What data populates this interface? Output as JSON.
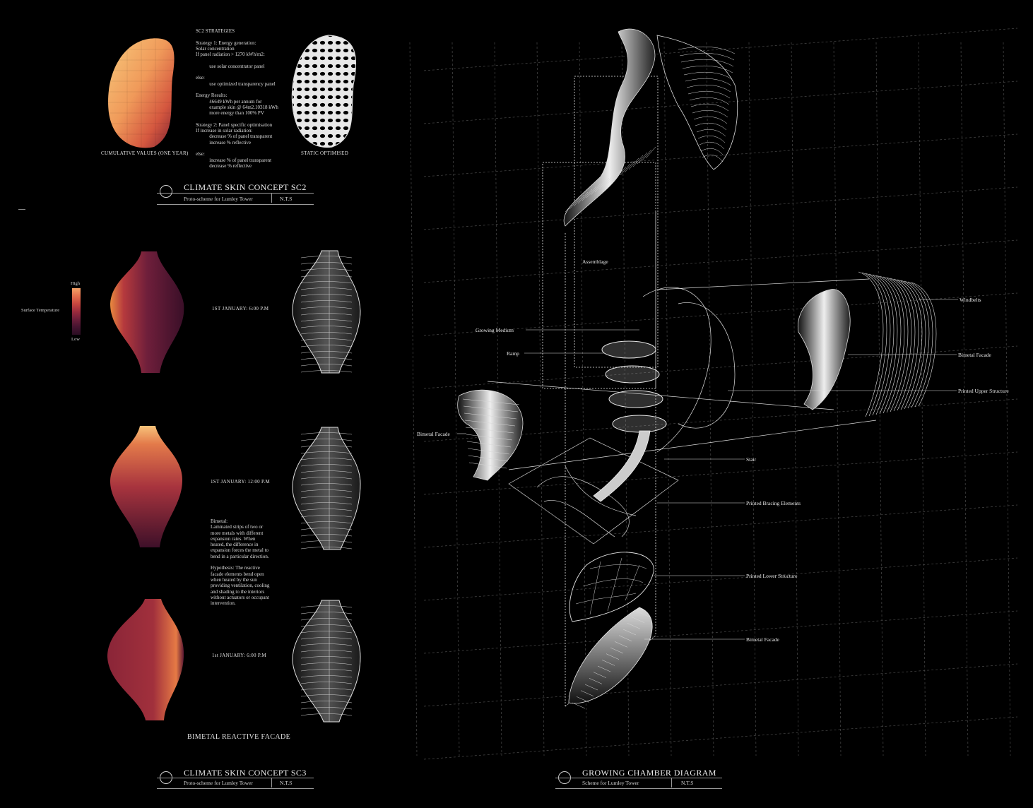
{
  "sc2": {
    "strategies_text": "SC2 STRATEGIES\n\nStrategy 1: Energy generation:\nSolar concentration\nIf panel radiation > 1270 kWh/m2:\n\n           use solar concentrator panel\n\nelse:\n           use optimized transparency panel\n\nEnergy Results:\n           46649 kWh per annum for\n           example skin @ 64m2.10318 kWh\n           more energy than 100% PV\n\nStrategy 2: Panel specific optimisation\nIf increase in solar radiation:\n           decrease % of panel transparent\n           increase % reflective\n\nelse:\n           increase % of panel transparent\n           decrease % reflective",
    "caption_left": "CUMULATIVE VALUES (ONE YEAR)",
    "caption_right": "STATIC OPTIMISED",
    "title_block": {
      "title": "CLIMATE SKIN CONCEPT SC2",
      "subtitle": "Proto-scheme for Lumley Tower",
      "scale": "N.T.S"
    }
  },
  "legend": {
    "high": "High",
    "low": "Low",
    "label": "Surface Temperature",
    "colors": [
      "#f4a267",
      "#e5704d",
      "#c8473f",
      "#9b2b3d",
      "#6d1e3a",
      "#451430",
      "#2a0d22"
    ]
  },
  "sc3": {
    "times": [
      "1ST JANUARY: 6:00 P.M",
      "1ST JANUARY: 12:00 P.M",
      "1st JANUARY: 6:00 P.M"
    ],
    "bimetal_text": "Bimetal:\nLaminated strips of two or\nmore metals with different\nexpansion rates. When\nheated, the difference in\nexpansion forces the metal to\nbend in a particular direction.\n\nHypothesis: The reactive\nfacade elements bend open\nwhen heated by the sun\nproviding ventilation, cooling\nand shading to the interiors\nwithout actuators or occupant\nintervention.",
    "heading": "BIMETAL REACTIVE FACADE",
    "title_block": {
      "title": "CLIMATE SKIN CONCEPT SC3",
      "subtitle": "Proto-scheme for Lumley Tower",
      "scale": "N.T.S"
    }
  },
  "diagram": {
    "labels": {
      "assemblage": "Assemblage",
      "growing_medium": "Growing Medium",
      "ramp": "Ramp",
      "bimetal_facade_left": "Bimetal Facade",
      "windbelts": "Windbelts",
      "bimetal_facade_right": "Bimetal Facade",
      "printed_upper_structure": "Printed Upper Structure",
      "stair": "Stair",
      "printed_bracing_elements": "Printed Bracing Elements",
      "printed_lower_structure": "Printed Lower Structure",
      "bimetal_facade_bottom": "Bimetal Facade"
    },
    "title_block": {
      "title": "GROWING CHAMBER DIAGRAM",
      "subtitle": "Scheme for Lumley Tower",
      "scale": "N.T.S"
    }
  }
}
